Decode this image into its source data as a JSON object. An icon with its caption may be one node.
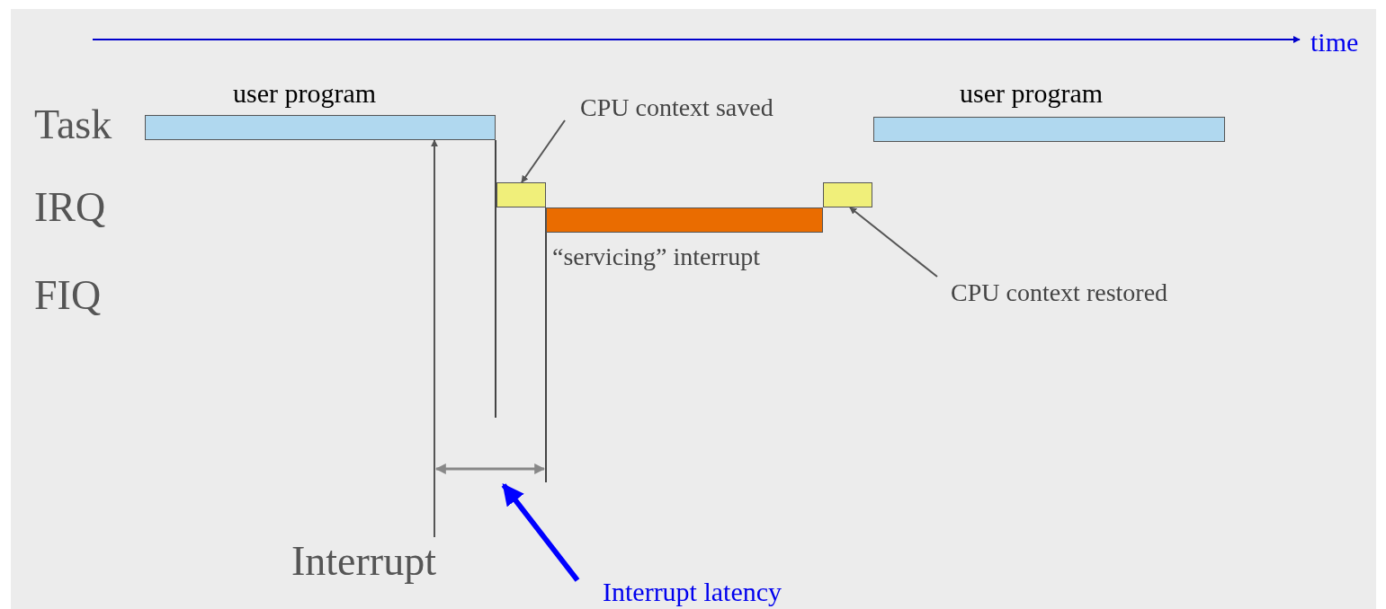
{
  "diagram": {
    "nodes": [
      {
        "text": [
          "user program"
        ]
      },
      {
        "text": [
          "CPU context saved"
        ]
      },
      {
        "text": [
          "user program"
        ]
      },
      {
        "text": [],
        "shape": "box"
      },
      {
        "text": [],
        "shape": "box"
      },
      {
        "text": [
          "“servicing” interrupt"
        ]
      },
      {
        "text": [
          "CPU context restored"
        ]
      },
      {
        "text": [
          "Interrupt"
        ]
      },
      {
        "text": [
          "Interrupt latency"
        ]
      }
    ],
    "edges": [
      {
        "from": 1,
        "to": 3,
        "arrow": "to"
      },
      {
        "from": 6,
        "to": 4,
        "arrow": "to"
      },
      {
        "from": 7,
        "to": 0,
        "arrow": "to"
      },
      {
        "from": 8,
        "to": null,
        "arrow": "to",
        "style": "thick",
        "color": "#0000ff"
      }
    ],
    "labels": [
      "time",
      "Task",
      "IRQ",
      "FIQ"
    ]
  }
}
